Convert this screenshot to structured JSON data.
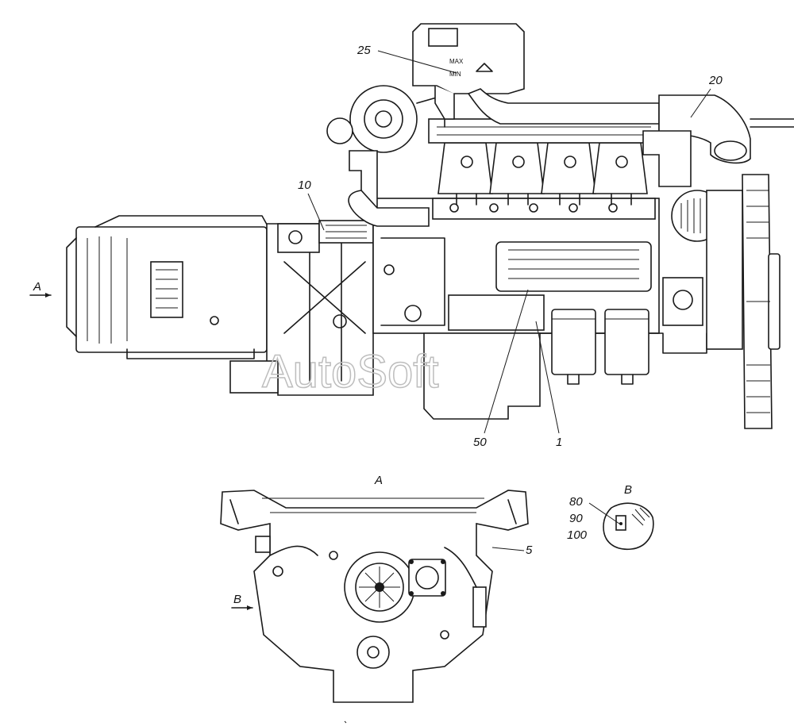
{
  "watermark": "AutoSoft",
  "view_labels": {
    "view_a_arrow": "A",
    "view_a_title": "A",
    "view_b_arrow": "B",
    "view_b_title": "B"
  },
  "callouts": {
    "c25": "25",
    "c20": "20",
    "c10": "10",
    "c50": "50",
    "c1": "1",
    "c5": "5",
    "c80": "80",
    "c90": "90",
    "c100": "100"
  },
  "tank_marks": {
    "max": "MAX",
    "min": "MIN"
  }
}
